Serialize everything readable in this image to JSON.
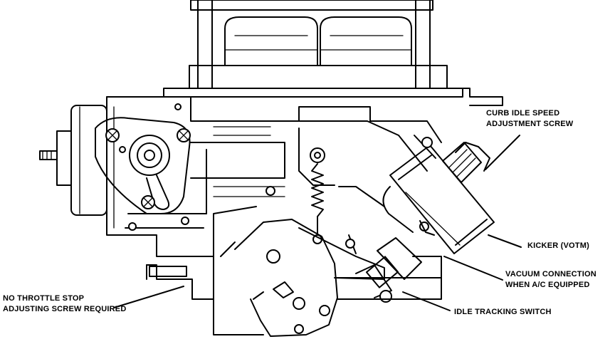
{
  "colors": {
    "ink": "#000000",
    "paper": "#ffffff"
  },
  "labels": {
    "curb_idle": [
      "CURB IDLE SPEED",
      "ADJUSTMENT SCREW"
    ],
    "kicker": [
      "KICKER (VOTM)"
    ],
    "vacuum": [
      "VACUUM CONNECTION",
      "WHEN A/C EQUIPPED"
    ],
    "no_throttle": [
      "NO THROTTLE STOP",
      "ADJUSTING SCREW REQUIRED"
    ],
    "idle_tracking": [
      "IDLE TRACKING SWITCH"
    ]
  }
}
